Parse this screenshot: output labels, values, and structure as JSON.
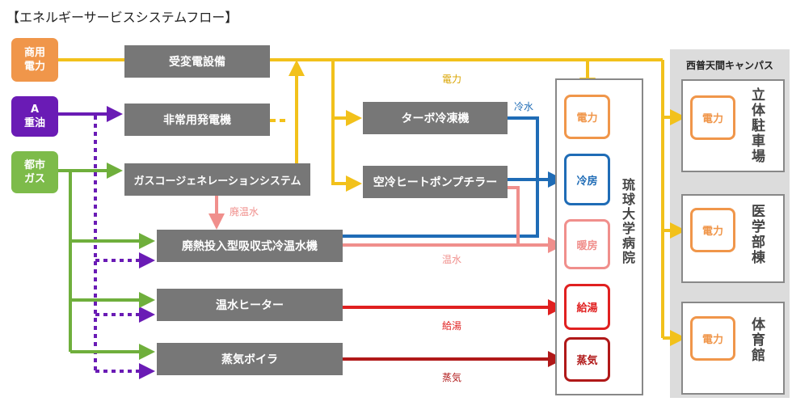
{
  "title": "【エネルギーサービスシステムフロー】",
  "colors": {
    "power": "#f2c11b",
    "oil": "#6a1bb5",
    "gas": "#6faf3c",
    "cold": "#1f6cb6",
    "waste_heat": "#f08f8c",
    "hot_water_supply": "#e02020",
    "steam": "#b01818",
    "commercial": "#f0964a",
    "equipment": "#777777"
  },
  "sources": {
    "commercial_power": "商用\n電力",
    "heavy_oil": "A\n重油",
    "city_gas": "都市\nガス"
  },
  "equipment": {
    "substation": "受変電設備",
    "emergency_generator": "非常用発電機",
    "cogeneration": "ガスコージェネレーションシステム",
    "turbo_chiller": "ターボ冷凍機",
    "air_heat_pump": "空冷ヒートポンプチラー",
    "absorption_chiller": "廃熱投入型吸収式冷温水機",
    "water_heater": "温水ヒーター",
    "steam_boiler": "蒸気ボイラ"
  },
  "flows": {
    "electricity": "電力",
    "chilled_water": "冷水",
    "waste_heat": "廃温水",
    "hot_water": "温水",
    "hot_water_supply": "給湯",
    "steam": "蒸気"
  },
  "hospital": {
    "name": "琉球大学病院",
    "services": {
      "power": "電力",
      "cooling": "冷房",
      "heating": "暖房",
      "hot_water_supply": "給湯",
      "steam": "蒸気"
    }
  },
  "campus": {
    "name": "西普天間キャンパス",
    "buildings": [
      {
        "name": "立体駐車場",
        "service": "電力"
      },
      {
        "name": "医学部棟",
        "service": "電力"
      },
      {
        "name": "体育館",
        "service": "電力"
      }
    ]
  }
}
